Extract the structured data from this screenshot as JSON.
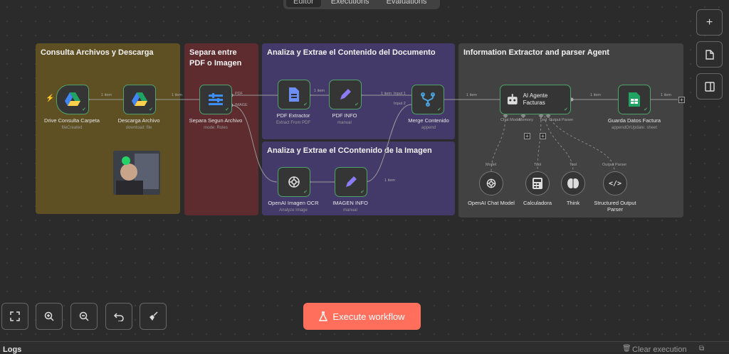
{
  "tabs": [
    "Editor",
    "Executions",
    "Evaluations"
  ],
  "stickies": [
    {
      "title": "Consulta Archivos y Descarga",
      "color": "#5f5023"
    },
    {
      "title": "Separa entre PDF o Imagen",
      "color": "#5e2b2e"
    },
    {
      "title": "Analiza y Extrae el Contenido del Documento",
      "color": "#433a69"
    },
    {
      "title": "Analiza y Extrae el CContenido de la Imagen",
      "color": "#433a69"
    },
    {
      "title": "Information Extractor and parser Agent",
      "color": "#424242"
    }
  ],
  "nodes": {
    "drive": {
      "name": "Drive Consulta Carpeta",
      "sub": "fileCreated",
      "icon": "google-drive-icon"
    },
    "descarga": {
      "name": "Descarga Archivo",
      "sub": "download: file",
      "icon": "google-drive-icon"
    },
    "separa": {
      "name": "Separa Segun Archivo",
      "sub": "mode: Rules",
      "icon": "switch-icon"
    },
    "pdf_extractor": {
      "name": "PDF Extractor",
      "sub": "Extract From PDF",
      "icon": "file-extract-icon"
    },
    "pdf_info": {
      "name": "PDF INFO",
      "sub": "manual",
      "icon": "pencil-icon"
    },
    "merge": {
      "name": "Merge Contenido",
      "sub": "append",
      "icon": "merge-icon"
    },
    "openai_ocr": {
      "name": "OpenAI Imagen OCR",
      "sub": "Analyze Image",
      "icon": "openai-icon"
    },
    "imagen_info": {
      "name": "IMAGEN INFO",
      "sub": "manual",
      "icon": "pencil-icon"
    },
    "agent": {
      "name": "AI Agente Facturas",
      "icon": "robot-icon"
    },
    "guarda": {
      "name": "Guarda Datos Factura",
      "sub": "appendOrUpdate: sheet",
      "icon": "google-sheets-icon"
    },
    "chat_model": {
      "name": "OpenAI Chat Model",
      "port": "Model"
    },
    "calculadora": {
      "name": "Calculadora",
      "port": "Tool"
    },
    "think": {
      "name": "Think",
      "port": "Tool"
    },
    "parser": {
      "name": "Structured Output Parser",
      "port": "Output Parser"
    }
  },
  "edge_labels": {
    "one_item": "1 item",
    "pdf": "PDF",
    "image": "IMAGE",
    "input1": "Input 1",
    "input2": "Input 2"
  },
  "agent_ports": {
    "chat_model": "Chat Model",
    "memory": "Memory",
    "tool": "Tool",
    "output_parser": "Output Parser"
  },
  "execute_label": "Execute workflow",
  "logs_label": "Logs",
  "clear_label": "Clear execution",
  "accent": "#ff6f5c",
  "node_border": "#4fa36a"
}
